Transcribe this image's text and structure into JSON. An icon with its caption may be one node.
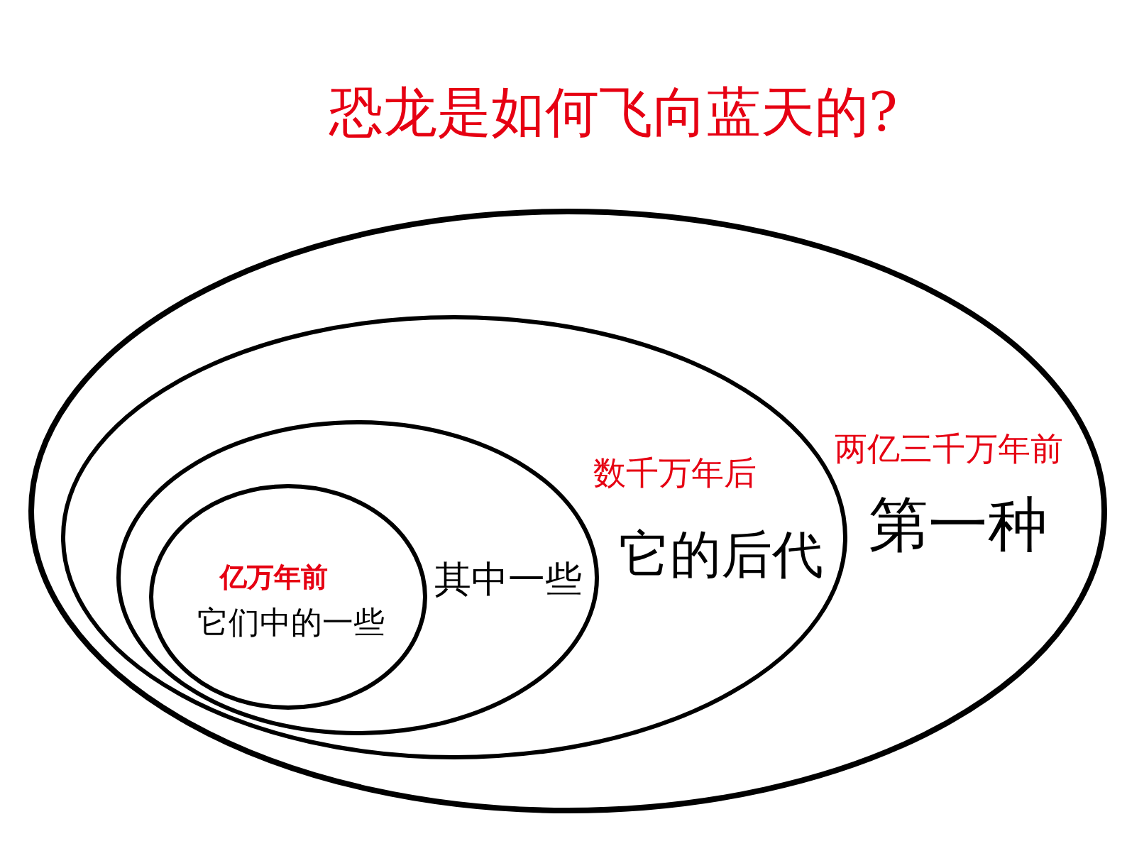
{
  "diagram": {
    "title": "恐龙是如何飞向蓝天的?",
    "nodes": [
      {
        "text": [
          "两亿三千万年前",
          "第一种"
        ]
      },
      {
        "text": [
          "数千万年后",
          "它的后代"
        ],
        "in": 0
      },
      {
        "text": [
          "其中一些"
        ],
        "in": 1
      },
      {
        "text": [
          "亿万年前",
          "它们中的一些"
        ],
        "in": 2
      }
    ]
  }
}
